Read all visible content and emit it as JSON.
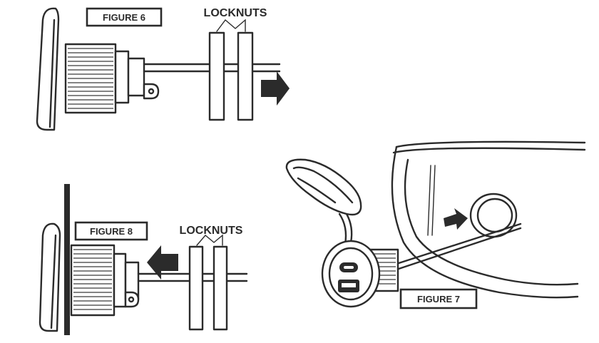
{
  "figure6": {
    "label": "FIGURE 6",
    "callout": "LOCKNUTS"
  },
  "figure8": {
    "label": "FIGURE 8",
    "callout": "LOCKNUTS"
  },
  "figure7": {
    "label": "FIGURE 7"
  },
  "colors": {
    "ink": "#2b2b2b",
    "paper": "#ffffff",
    "panel": "#2b2b2b"
  }
}
